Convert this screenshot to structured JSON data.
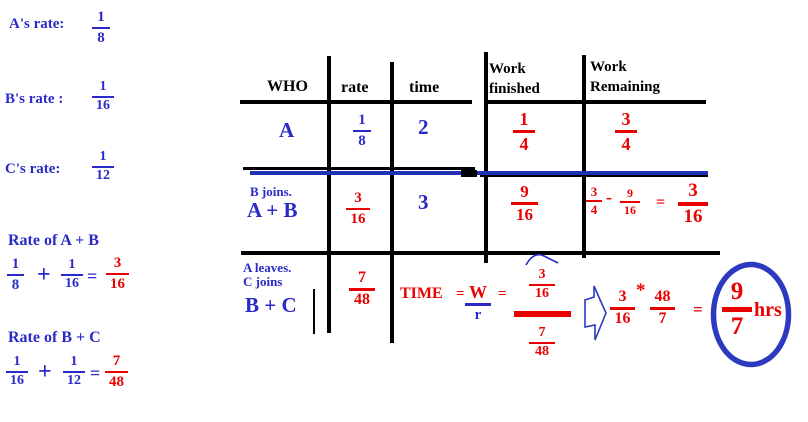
{
  "colors": {
    "blue": "#2a2ac8",
    "red": "#e80202",
    "line_blue": "#2230b4",
    "black": "#000000"
  },
  "sidebar": {
    "a_rate": {
      "label": "A's rate:",
      "num": "1",
      "den": "8"
    },
    "b_rate": {
      "label": "B's rate :",
      "num": "1",
      "den": "16"
    },
    "c_rate": {
      "label": "C's rate:",
      "num": "1",
      "den": "12"
    },
    "ab": {
      "title": "Rate of A + B",
      "f1": {
        "num": "1",
        "den": "8"
      },
      "op": "+",
      "f2": {
        "num": "1",
        "den": "16"
      },
      "eq": "=",
      "res": {
        "num": "3",
        "den": "16"
      }
    },
    "bc": {
      "title": "Rate of B + C",
      "f1": {
        "num": "1",
        "den": "16"
      },
      "op": "+",
      "f2": {
        "num": "1",
        "den": "12"
      },
      "eq": "=",
      "res": {
        "num": "7",
        "den": "48"
      }
    }
  },
  "table": {
    "headers": {
      "who": "WHO",
      "rate": "rate",
      "time": "time",
      "finished": "Work finished",
      "remaining": "Work Remaining"
    },
    "row_a": {
      "who": "A",
      "rate": {
        "num": "1",
        "den": "8"
      },
      "time": "2",
      "finished": {
        "num": "1",
        "den": "4"
      },
      "remaining": {
        "num": "3",
        "den": "4"
      }
    },
    "row_ab": {
      "note": "B joins.",
      "who": "A + B",
      "rate": {
        "num": "3",
        "den": "16"
      },
      "time": "3",
      "finished": {
        "num": "9",
        "den": "16"
      },
      "remaining_eq": {
        "f1": {
          "num": "3",
          "den": "4"
        },
        "op": "-",
        "f2": {
          "num": "9",
          "den": "16"
        },
        "eq": "=",
        "res": {
          "num": "3",
          "den": "16"
        }
      }
    },
    "row_bc": {
      "note_line1": "A leaves.",
      "note_line2": "C joins",
      "who": "B + C",
      "rate": {
        "num": "7",
        "den": "48"
      }
    }
  },
  "formula": {
    "time_label": "TIME",
    "eq1": "=",
    "work": "W",
    "rate": "r",
    "eq2": "=",
    "numerator": {
      "num": "3",
      "den": "16"
    },
    "denominator": {
      "num": "7",
      "den": "48"
    }
  },
  "final": {
    "f1": {
      "num": "3",
      "den": "16"
    },
    "op": "*",
    "f2": {
      "num": "48",
      "den": "7"
    },
    "eq": "=",
    "res": {
      "num": "9",
      "den": "7"
    },
    "unit": "hrs"
  },
  "icons": {
    "arrow": "right-block-arrow",
    "ellipse": "answer-ellipse",
    "squiggle": "pen-squiggle"
  }
}
